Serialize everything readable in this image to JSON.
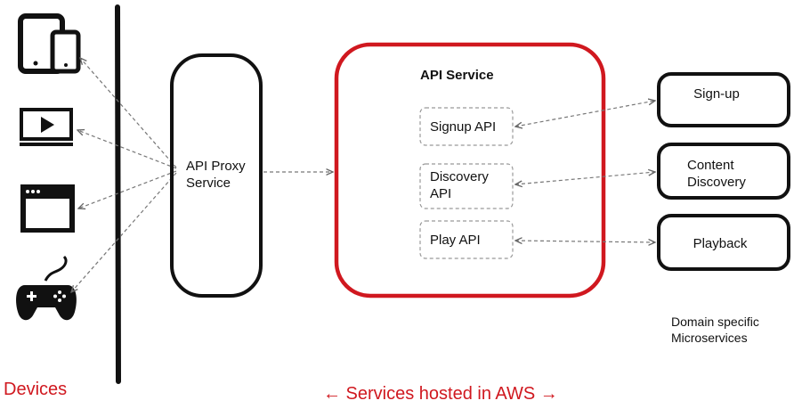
{
  "colors": {
    "accent_red": "#d0181f",
    "border_dark": "#111111",
    "connector": "#777777"
  },
  "devices": {
    "icons": [
      "tablet-phone-icon",
      "tv-play-icon",
      "browser-window-icon",
      "game-controller-icon"
    ],
    "caption": "Devices"
  },
  "proxy": {
    "line1": "API Proxy",
    "line2": "Service"
  },
  "api_service": {
    "title": "API Service",
    "items": [
      {
        "line1": "Signup API",
        "line2": ""
      },
      {
        "line1": "Discovery",
        "line2": "API"
      },
      {
        "line1": "Play API",
        "line2": ""
      }
    ]
  },
  "microservices": {
    "items": [
      {
        "line1": "Sign-up",
        "line2": ""
      },
      {
        "line1": "Content",
        "line2": "Discovery"
      },
      {
        "line1": "Playback",
        "line2": ""
      }
    ],
    "note_line1": "Domain specific",
    "note_line2": "Microservices"
  },
  "footer": {
    "aws_caption": "← Services hosted in AWS →"
  }
}
